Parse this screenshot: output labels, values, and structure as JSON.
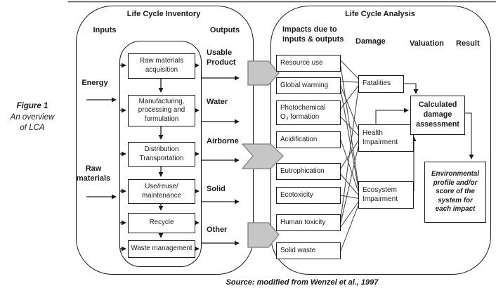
{
  "figure_label": {
    "title": "Figure 1",
    "subtitle": "An overview\nof LCA"
  },
  "inventory_panel": {
    "title": "Life Cycle Inventory",
    "inputs_header": "Inputs",
    "outputs_header": "Outputs",
    "input_labels": [
      "Energy",
      "Raw\nmaterials"
    ],
    "process_boxes": [
      "Raw materials\nacquisition",
      "Manufacturing,\nprocessing and\nformulation",
      "Distribution\nTransportation",
      "Use/reuse/\nmaintenance",
      "Recycle",
      "Waste management"
    ],
    "output_labels": [
      "Usable\nProduct",
      "Water",
      "Airborne",
      "Solid",
      "Other"
    ]
  },
  "analysis_panel": {
    "title": "Life Cycle Analysis",
    "column_headers": {
      "impacts": "Impacts due to\ninputs & outputs",
      "damage": "Damage",
      "valuation": "Valuation",
      "result": "Result"
    },
    "impact_boxes": [
      "Resource use",
      "Global warming",
      "Photochemical\nO₃ formation",
      "Acidification",
      "Eutrophication",
      "Ecotoxicity",
      "Human toxicity",
      "Solid waste"
    ],
    "damage_boxes": [
      "Fatalities",
      "Health\nImpairment",
      "Ecosystem\nImpairment"
    ],
    "valuation_box": "Calculated\ndamage\nassessment",
    "result_box": "Environmental\nprofile and/or\nscore of the\nsystem for\neach impact",
    "connections": [
      {
        "from_impact": "Resource use",
        "to_damage": "Fatalities"
      },
      {
        "from_impact": "Resource use",
        "to_damage": "Ecosystem Impairment"
      },
      {
        "from_impact": "Global warming",
        "to_damage": "Fatalities"
      },
      {
        "from_impact": "Global warming",
        "to_damage": "Health Impairment"
      },
      {
        "from_impact": "Global warming",
        "to_damage": "Ecosystem Impairment"
      },
      {
        "from_impact": "Photochemical O₃ formation",
        "to_damage": "Fatalities"
      },
      {
        "from_impact": "Photochemical O₃ formation",
        "to_damage": "Health Impairment"
      },
      {
        "from_impact": "Acidification",
        "to_damage": "Ecosystem Impairment"
      },
      {
        "from_impact": "Eutrophication",
        "to_damage": "Health Impairment"
      },
      {
        "from_impact": "Eutrophication",
        "to_damage": "Ecosystem Impairment"
      },
      {
        "from_impact": "Ecotoxicity",
        "to_damage": "Ecosystem Impairment"
      },
      {
        "from_impact": "Human toxicity",
        "to_damage": "Fatalities"
      },
      {
        "from_impact": "Human toxicity",
        "to_damage": "Health Impairment"
      },
      {
        "from_impact": "Human toxicity",
        "to_damage": "Ecosystem Impairment"
      },
      {
        "from_impact": "Solid waste",
        "to_damage": "Ecosystem Impairment"
      }
    ]
  },
  "footer": {
    "source_note": "Source: modified from Wenzel et al., 1997"
  },
  "colors": {
    "ink": "#1a1a1a",
    "line": "#3f3f3f",
    "flow_arrow_fill": "#c6c6c6",
    "flow_arrow_stroke": "#8c8c8c",
    "background": "#ffffff"
  }
}
